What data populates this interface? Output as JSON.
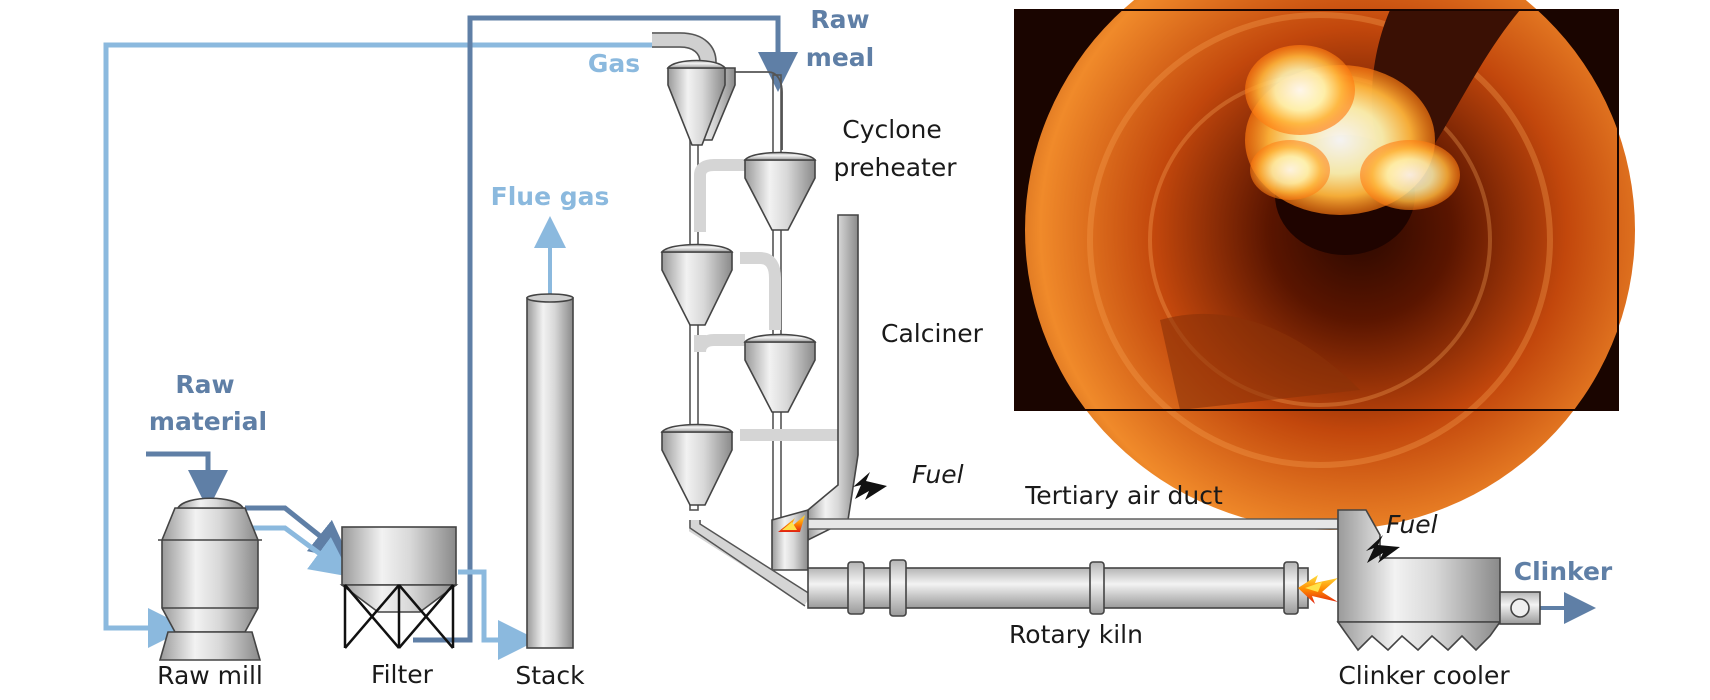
{
  "labels": {
    "raw_meal": [
      "Raw",
      "meal"
    ],
    "gas": "Gas",
    "cyclone_preheater": [
      "Cyclone",
      "preheater"
    ],
    "flue_gas": "Flue gas",
    "calciner": "Calciner",
    "raw_material": [
      "Raw",
      "material"
    ],
    "fuel_calciner": "Fuel",
    "tertiary_air_duct": "Tertiary air duct",
    "fuel_kiln": "Fuel",
    "clinker": "Clinker",
    "rotary_kiln": "Rotary kiln",
    "raw_mill": "Raw mill",
    "filter": "Filter",
    "stack": "Stack",
    "clinker_cooler": "Clinker cooler"
  },
  "colors": {
    "dark_blue_flow": "#5f7fa6",
    "light_blue_flow": "#8bb9de",
    "equipment_outline": "#444444",
    "equipment_fill": "#d9d9d9",
    "kiln_photo_glow": "#e8701a"
  },
  "photo": {
    "subject": "kiln-interior-flame-photo"
  }
}
